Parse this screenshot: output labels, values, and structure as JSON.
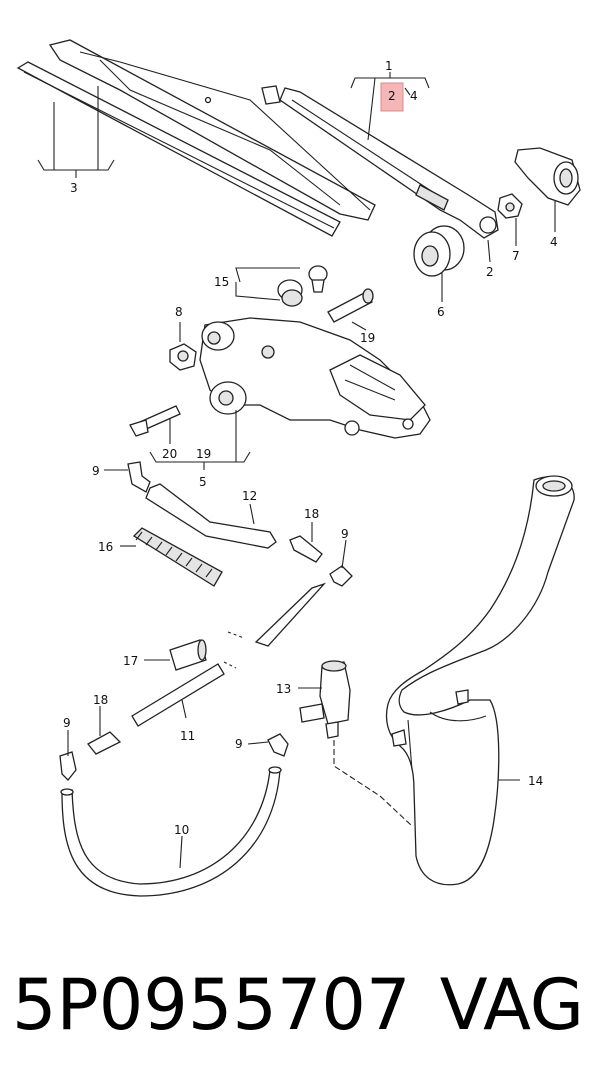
{
  "highlight_color": "#f4b6b6",
  "callouts": {
    "c1": "1",
    "c2": "2",
    "c4a": "4",
    "c3": "3",
    "c2b": "2",
    "c7": "7",
    "c4b": "4",
    "c6": "6",
    "c15": "15",
    "c8": "8",
    "c19a": "19",
    "c20": "20",
    "c19b": "19",
    "c5": "5",
    "c9a": "9",
    "c12": "12",
    "c18a": "18",
    "c9b": "9",
    "c16": "16",
    "c17": "17",
    "c13": "13",
    "c18b": "18",
    "c9c": "9",
    "c11": "11",
    "c9d": "9",
    "c14": "14",
    "c10": "10"
  },
  "caption": {
    "part_number": "5P0955707",
    "brand": "VAG"
  }
}
